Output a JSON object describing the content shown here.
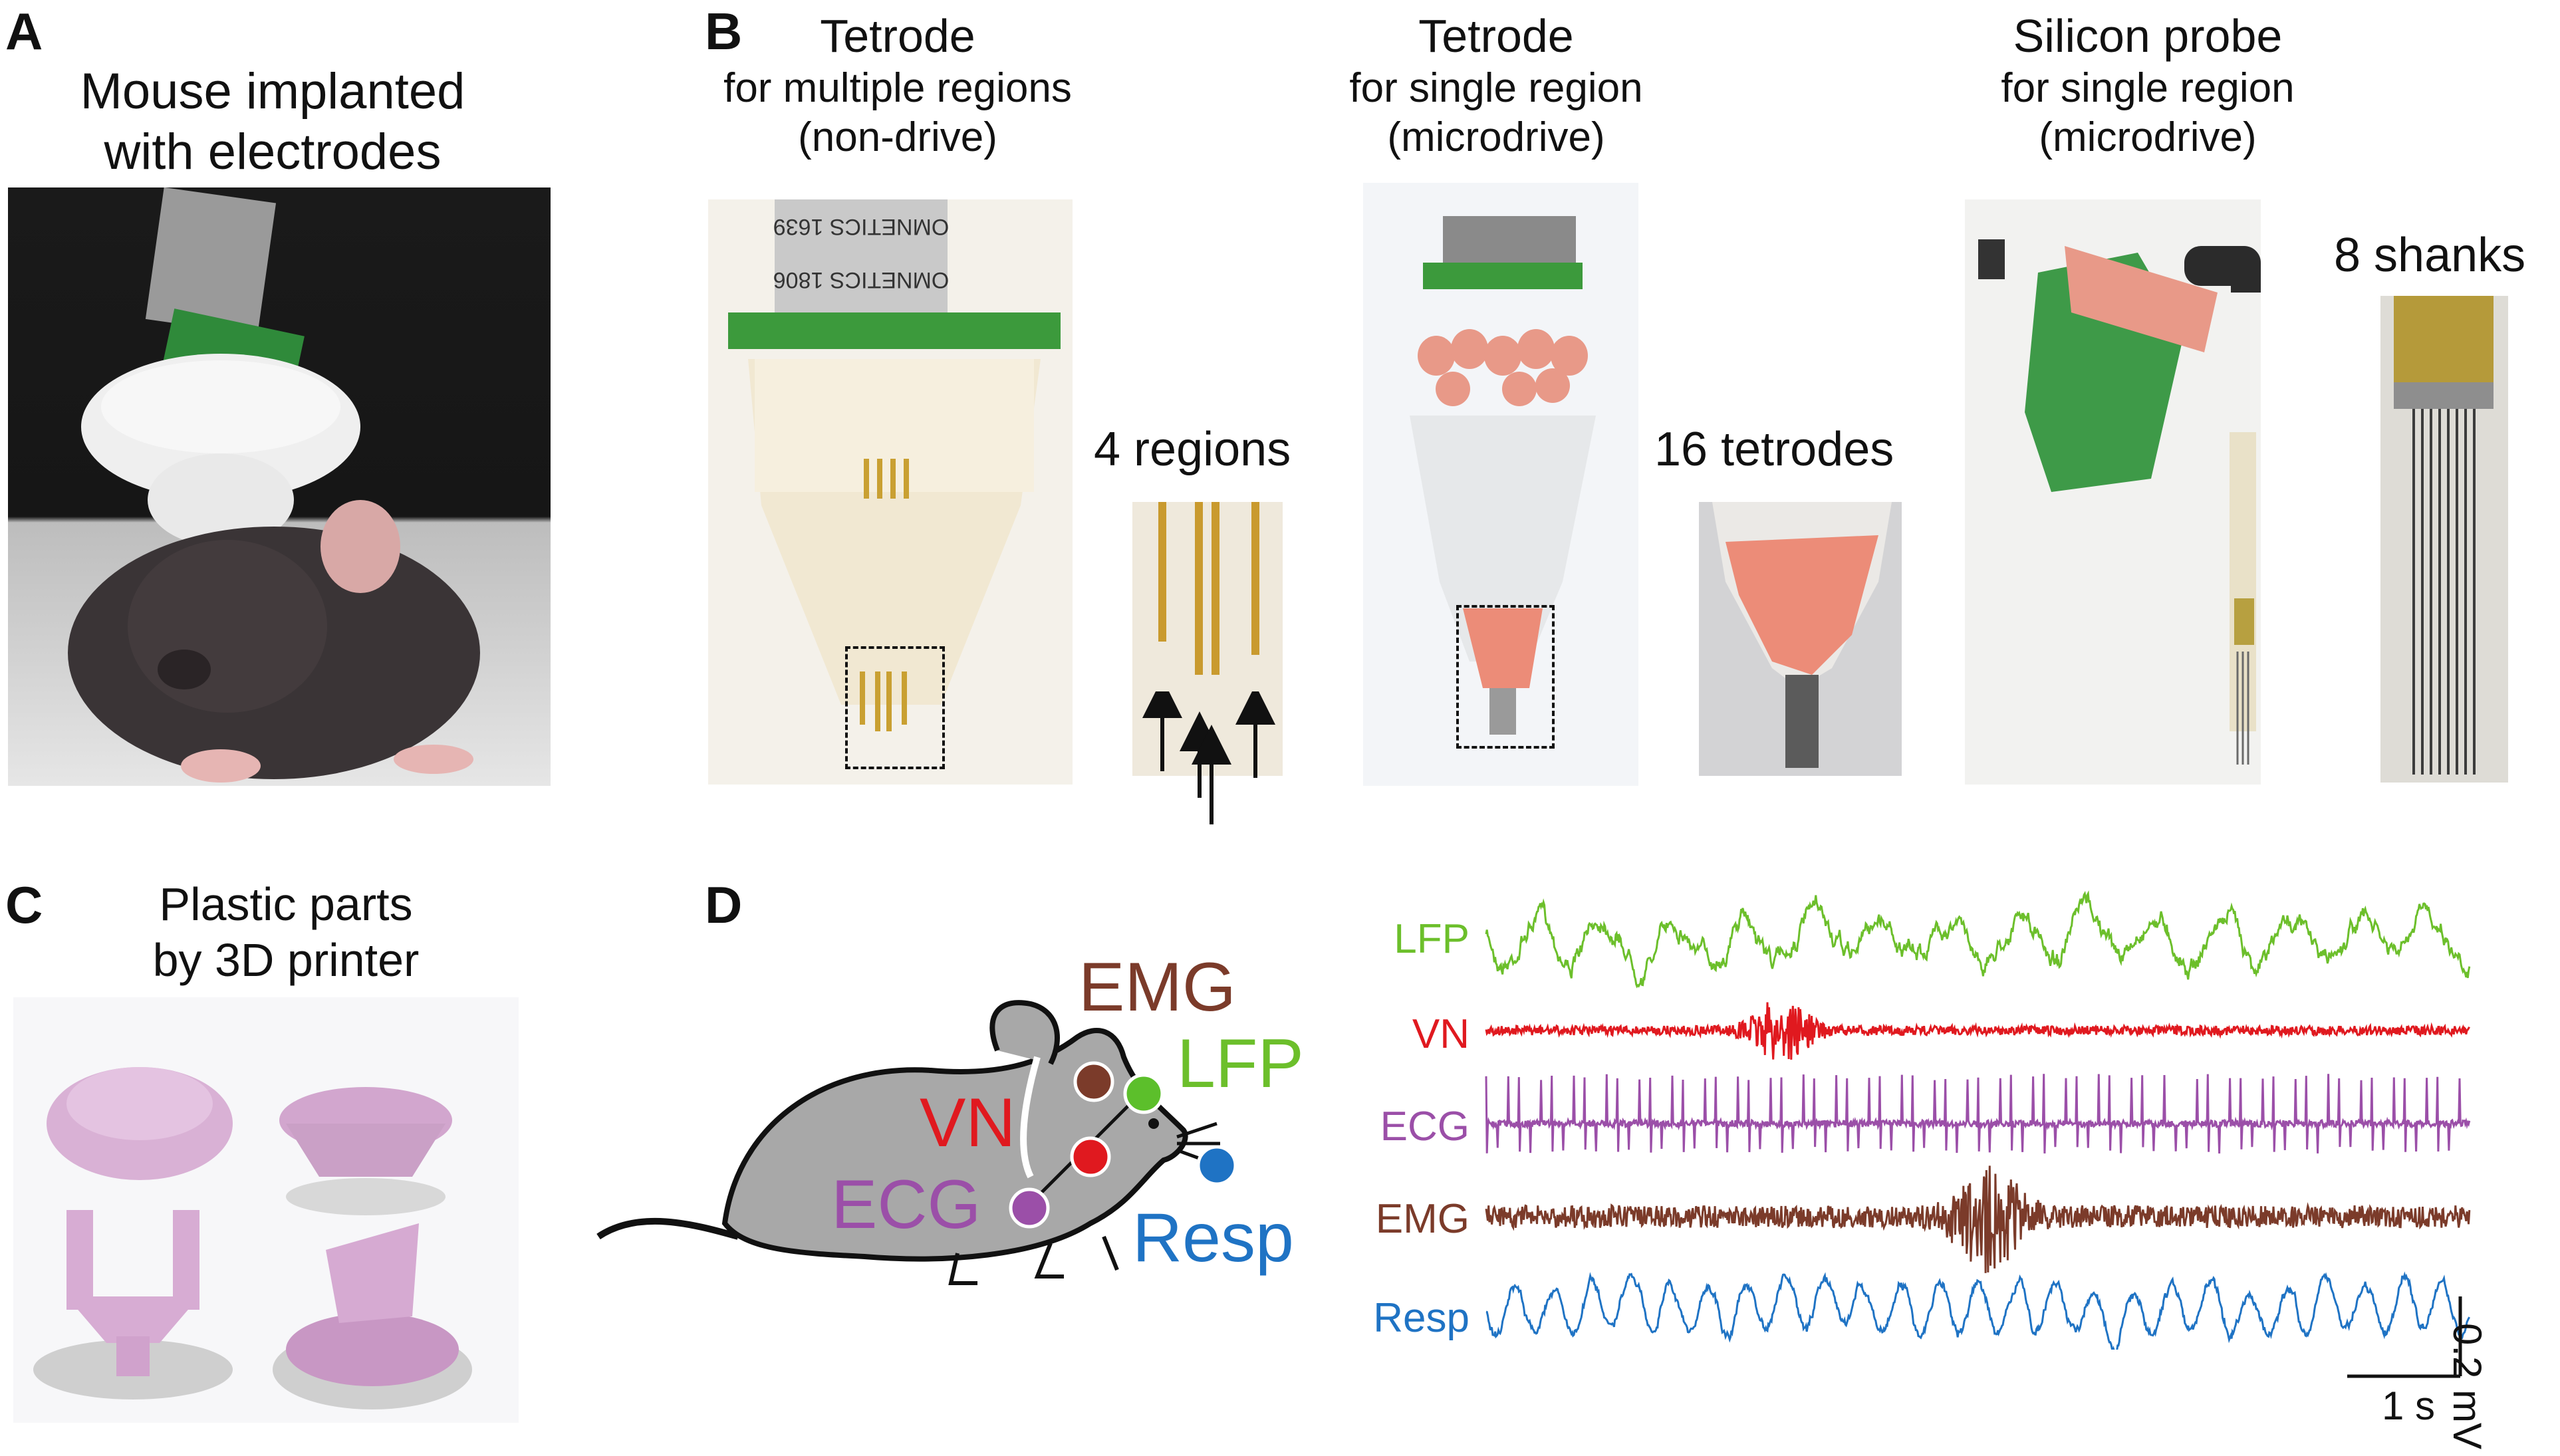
{
  "panel_a": {
    "letter": "A",
    "title_line1": "Mouse implanted",
    "title_line2": "with electrodes"
  },
  "panel_b": {
    "letter": "B",
    "col1": {
      "title": "Tetrode",
      "sub1": "for multiple regions",
      "sub2": "(non-drive)",
      "inset_label": "4 regions",
      "connector_text_1": "OMNETICS 1639",
      "connector_text_2": "OMNETICS 1806"
    },
    "col2": {
      "title": "Tetrode",
      "sub1": "for single region",
      "sub2": "(microdrive)",
      "inset_label": "16 tetrodes"
    },
    "col3": {
      "title": "Silicon probe",
      "sub1": "for single region",
      "sub2": "(microdrive)",
      "inset_label": "8 shanks"
    }
  },
  "panel_c": {
    "letter": "C",
    "title_line1": "Plastic parts",
    "title_line2": "by 3D printer"
  },
  "panel_d": {
    "letter": "D",
    "mouse_labels": {
      "emg": "EMG",
      "lfp": "LFP",
      "vn": "VN",
      "ecg": "ECG",
      "resp": "Resp"
    },
    "traces": [
      {
        "name": "LFP",
        "color": "#6cbf2b",
        "kind": "lfp"
      },
      {
        "name": "VN",
        "color": "#e0191f",
        "kind": "vn"
      },
      {
        "name": "ECG",
        "color": "#9b4fa8",
        "kind": "ecg"
      },
      {
        "name": "EMG",
        "color": "#7b3b2a",
        "kind": "emg"
      },
      {
        "name": "Resp",
        "color": "#1f73c4",
        "kind": "resp"
      }
    ],
    "scale_y": "0.2 mV",
    "scale_x": "1 s"
  },
  "colors": {
    "emg_dot": "#7b3b2a",
    "lfp_dot": "#5cbf2b",
    "vn_dot": "#e0191f",
    "ecg_dot": "#9b4fa8",
    "resp_dot": "#1f73c4",
    "mouse_body": "#a8a8a8",
    "plastic_pink": "#dcb4d8"
  }
}
